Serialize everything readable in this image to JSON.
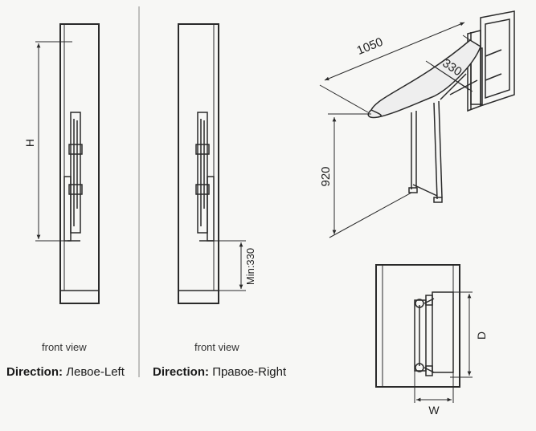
{
  "left_panel": {
    "dim_height_label": "H",
    "caption": "front view",
    "direction_label": "Direction:",
    "direction_value": "Левое-Left"
  },
  "middle_panel": {
    "dim_min_label": "Min:330",
    "caption": "front view",
    "direction_label": "Direction:",
    "direction_value": "Правое-Right"
  },
  "perspective": {
    "dim_length": "1050",
    "dim_width": "330",
    "dim_height": "920"
  },
  "top_view": {
    "dim_depth": "D",
    "dim_width": "W"
  },
  "colors": {
    "line": "#2a2a2a",
    "board_fill": "#eeeeee"
  }
}
